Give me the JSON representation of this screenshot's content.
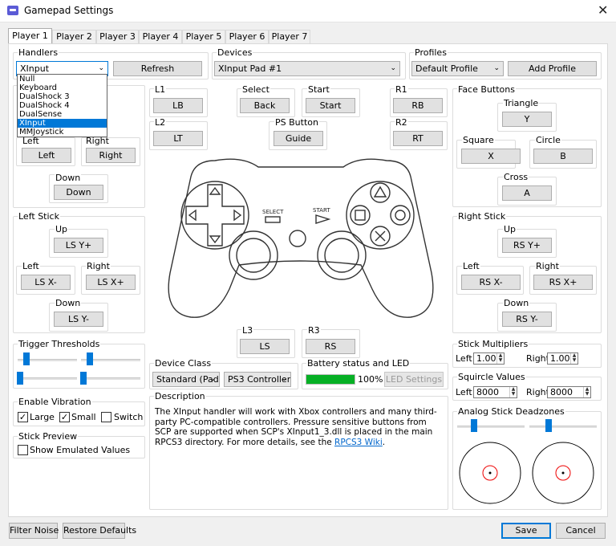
{
  "window": {
    "title": "Gamepad Settings",
    "close_icon": "close-icon"
  },
  "tabs": [
    "Player 1",
    "Player 2",
    "Player 3",
    "Player 4",
    "Player 5",
    "Player 6",
    "Player 7"
  ],
  "handlers": {
    "title": "Handlers",
    "selected": "XInput",
    "refresh": "Refresh",
    "options": [
      "Null",
      "Keyboard",
      "DualShock 3",
      "DualShock 4",
      "DualSense",
      "XInput",
      "MMJoystick"
    ]
  },
  "devices": {
    "title": "Devices",
    "selected": "XInput Pad #1"
  },
  "profiles": {
    "title": "Profiles",
    "selected": "Default Profile",
    "add": "Add Profile"
  },
  "dpad": {
    "left_label": "Left",
    "left": "Left",
    "right_label": "Right",
    "right": "Right",
    "down_label": "Down",
    "down": "Down"
  },
  "shoulder": {
    "l1_label": "L1",
    "l1": "LB",
    "l2_label": "L2",
    "l2": "LT",
    "r1_label": "R1",
    "r1": "RB",
    "r2_label": "R2",
    "r2": "RT"
  },
  "center": {
    "select_label": "Select",
    "select": "Back",
    "start_label": "Start",
    "start": "Start",
    "ps_label": "PS Button",
    "ps": "Guide",
    "pad_select": "SELECT",
    "pad_start": "START"
  },
  "face": {
    "title": "Face Buttons",
    "triangle_label": "Triangle",
    "triangle": "Y",
    "square_label": "Square",
    "square": "X",
    "circle_label": "Circle",
    "circle": "B",
    "cross_label": "Cross",
    "cross": "A"
  },
  "left_stick": {
    "title": "Left Stick",
    "up_label": "Up",
    "up": "LS Y+",
    "left_label": "Left",
    "left": "LS X-",
    "right_label": "Right",
    "right": "LS X+",
    "down_label": "Down",
    "down": "LS Y-"
  },
  "right_stick": {
    "title": "Right Stick",
    "up_label": "Up",
    "up": "RS Y+",
    "left_label": "Left",
    "left": "RS X-",
    "right_label": "Right",
    "right": "RS X+",
    "down_label": "Down",
    "down": "RS Y-"
  },
  "l3": {
    "label": "L3",
    "value": "LS"
  },
  "r3": {
    "label": "R3",
    "value": "RS"
  },
  "trigger": {
    "title": "Trigger Thresholds"
  },
  "vibration": {
    "title": "Enable Vibration",
    "large": "Large",
    "small": "Small",
    "switch": "Switch",
    "large_checked": true,
    "small_checked": true,
    "switch_checked": false
  },
  "preview": {
    "title": "Stick Preview",
    "show": "Show Emulated Values",
    "checked": false
  },
  "device_class": {
    "title": "Device Class",
    "class": "Standard (Pad)",
    "controller": "PS3 Controller"
  },
  "battery": {
    "title": "Battery status and LED",
    "percent": "100%",
    "led": "LED Settings",
    "level": 1.0
  },
  "description": {
    "title": "Description",
    "text": "The XInput handler will work with Xbox controllers and many third-party PC-compatible controllers. Pressure sensitive buttons from SCP are supported when SCP's XInput1_3.dll is placed in the main RPCS3 directory. For more details, see the ",
    "link": "RPCS3 Wiki",
    "end": "."
  },
  "multipliers": {
    "title": "Stick Multipliers",
    "left_label": "Left",
    "left": "1.00",
    "right_label": "Right",
    "right": "1.00"
  },
  "squircle": {
    "title": "Squircle Values",
    "left_label": "Left",
    "left": "8000",
    "right_label": "Right",
    "right": "8000"
  },
  "deadzones": {
    "title": "Analog Stick Deadzones"
  },
  "footer": {
    "filter_noise": "Filter Noise",
    "restore": "Restore Defaults",
    "save": "Save",
    "cancel": "Cancel"
  }
}
